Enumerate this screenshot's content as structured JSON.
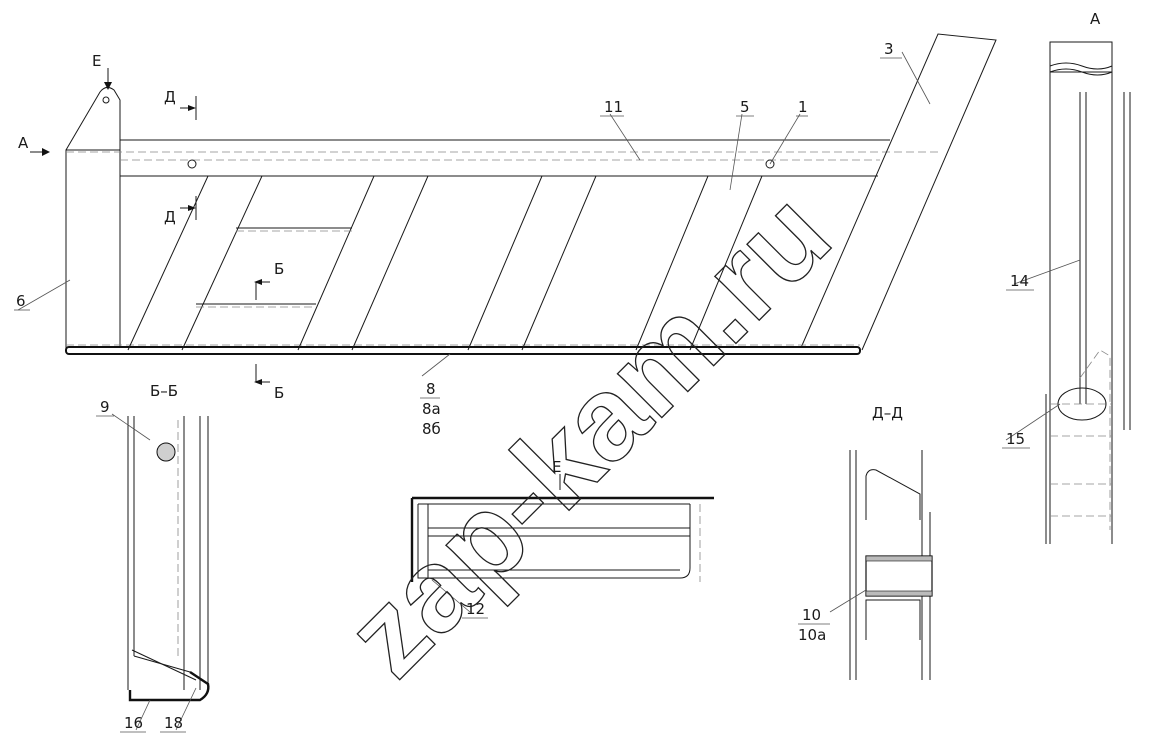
{
  "sections": {
    "view_a_top": "А",
    "arrow_a": "А",
    "arrow_e": "Е",
    "d_top": "Д",
    "d_bottom": "Д",
    "b_top": "Б",
    "b_bottom": "Б",
    "section_bb": "Б–Б",
    "section_dd": "Д–Д",
    "view_e": "Е",
    "view_a_right": "А"
  },
  "parts": {
    "p1": "1",
    "p3": "3",
    "p5": "5",
    "p6": "6",
    "p8": "8",
    "p8a": "8а",
    "p8b": "8б",
    "p9": "9",
    "p10": "10",
    "p10a": "10а",
    "p11": "11",
    "p12": "12",
    "p14": "14",
    "p15": "15",
    "p16": "16",
    "p18": "18"
  },
  "watermark": "zap-kam.ru"
}
